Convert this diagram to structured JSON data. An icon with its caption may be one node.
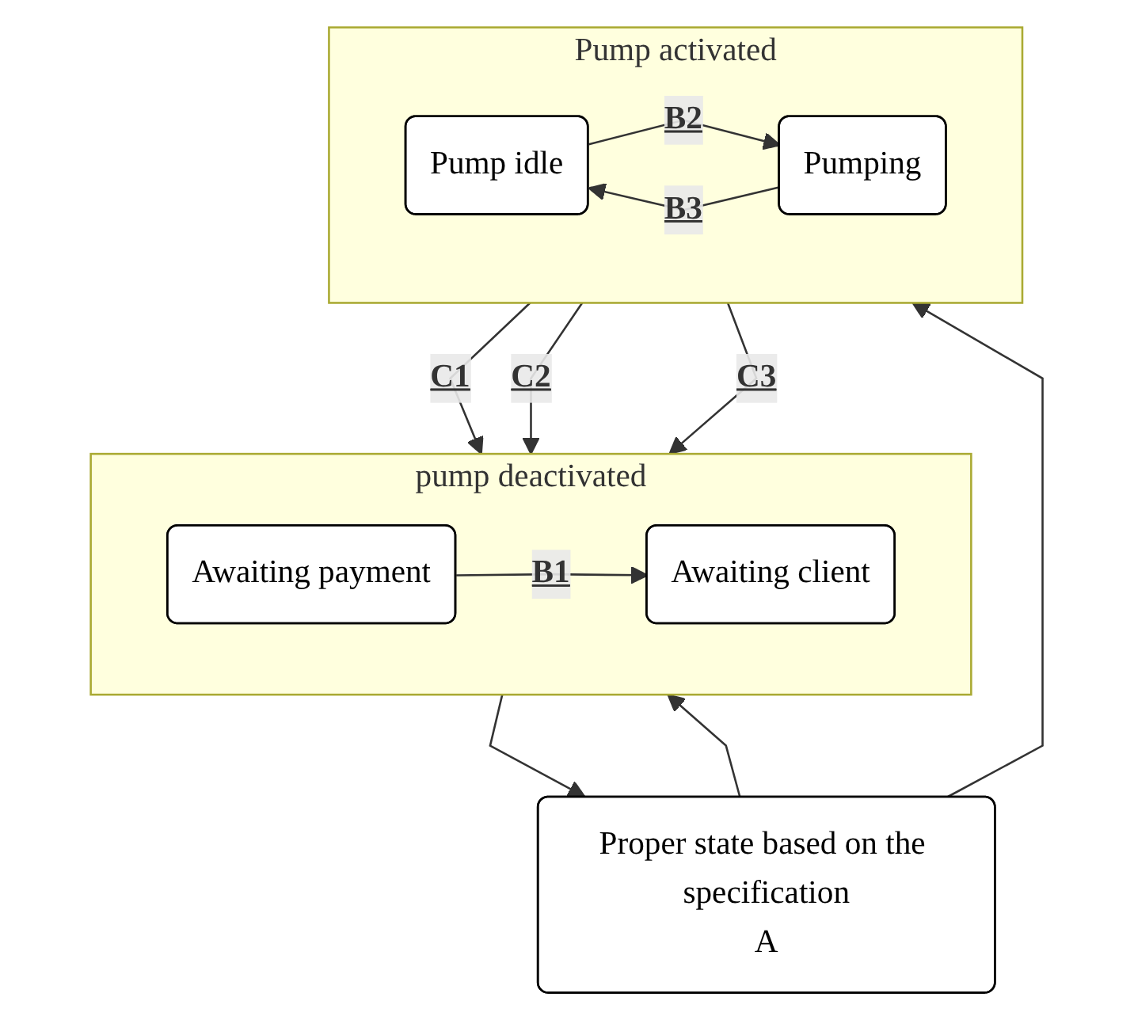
{
  "diagram": {
    "nodes": [
      {
        "text": [
          "pump deactivated"
        ]
      },
      {
        "text": [
          "Awaiting client"
        ],
        "in": 0
      },
      {
        "text": [
          "Awaiting payment"
        ],
        "in": 0
      },
      {
        "text": [
          "Proper state based on the specification",
          "A"
        ]
      },
      {
        "text": [
          "Pump activated"
        ]
      },
      {
        "text": [
          "Pump idle"
        ],
        "in": 4
      },
      {
        "text": [
          "Pumping"
        ],
        "in": 4
      }
    ],
    "edges": [
      {
        "from": 0,
        "to": 3,
        "arrow": "to"
      },
      {
        "from": 3,
        "to": 0,
        "arrow": "to"
      },
      {
        "from": 2,
        "to": 1,
        "arrow": "to",
        "label": "B1"
      },
      {
        "from": 3,
        "to": 4,
        "arrow": "to"
      },
      {
        "from": 4,
        "to": 0,
        "arrow": "to",
        "label": "C1"
      },
      {
        "from": 4,
        "to": 0,
        "arrow": "to",
        "label": "C2"
      },
      {
        "from": 4,
        "to": 0,
        "arrow": "to",
        "label": "C3"
      },
      {
        "from": 5,
        "to": 6,
        "arrow": "to",
        "label": "B2"
      },
      {
        "from": 6,
        "to": 5,
        "arrow": "to",
        "label": "B3"
      }
    ]
  }
}
